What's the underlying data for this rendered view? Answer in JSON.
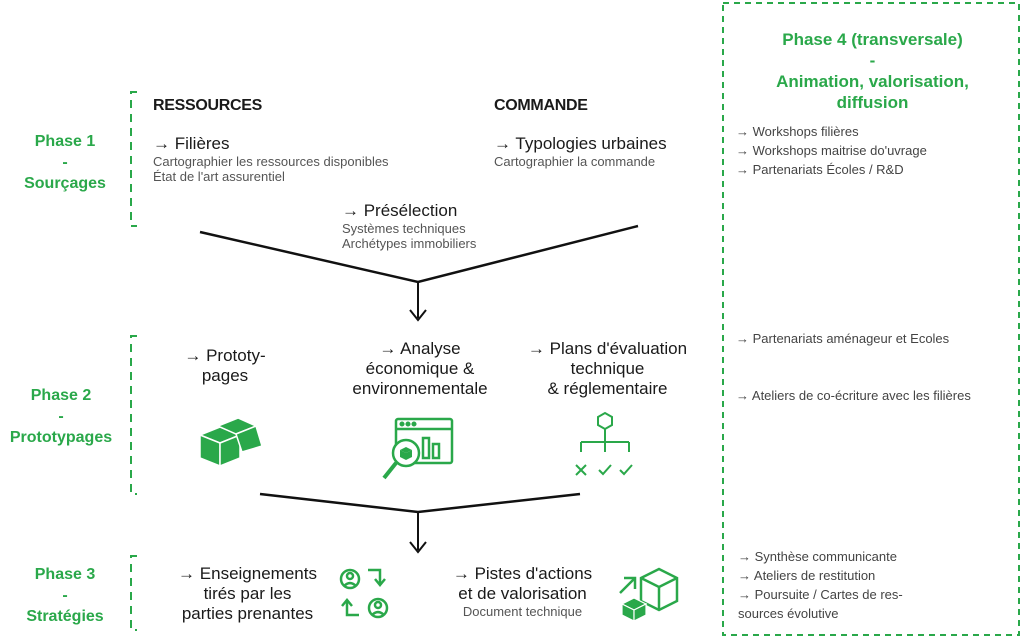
{
  "phase1": {
    "title": "Phase 1",
    "dash": "-",
    "name": "Sourçages"
  },
  "phase2": {
    "title": "Phase 2",
    "dash": "-",
    "name": "Prototypages"
  },
  "phase3": {
    "title": "Phase 3",
    "dash": "-",
    "name": "Stratégies"
  },
  "phase4": {
    "title": "Phase 4 (transversale)",
    "dash": "-",
    "name_line1": "Animation, valorisation,",
    "name_line2": "diffusion"
  },
  "ressources": {
    "heading": "RESSOURCES",
    "title": "→ Filières",
    "line1": "Cartographier les ressources disponibles",
    "line2": "État de l'art assurentiel"
  },
  "commande": {
    "heading": "COMMANDE",
    "title": "→ Typologies urbaines",
    "line1": "Cartographier la commande"
  },
  "preselection": {
    "title": "→ Présélection",
    "line1": "Systèmes techniques",
    "line2": "Archétypes immobiliers"
  },
  "prototypes": {
    "line1": "→ Prototy-",
    "line2": "pages"
  },
  "analyse": {
    "line1": "→ Analyse",
    "line2": "économique &",
    "line3": "environnementale"
  },
  "plans": {
    "line1": "→ Plans d'évaluation",
    "line2": "technique",
    "line3": "& réglementaire"
  },
  "enseignements": {
    "line1": "→ Enseignements",
    "line2": "tirés par les",
    "line3": "parties prenantes"
  },
  "pistes": {
    "line1": "→ Pistes d'actions",
    "line2": "et de valorisation",
    "line3": "Document technique"
  },
  "phase4_items_1": [
    "→ Workshops filières",
    "→ Workshops maitrise do'uvrage",
    "→ Partenariats Écoles / R&D"
  ],
  "phase4_items_2": [
    "→ Partenariats aménageur et Ecoles"
  ],
  "phase4_items_3": [
    "→ Ateliers de co-écriture avec les filières"
  ],
  "phase4_items_4": [
    "→ Synthèse communicante",
    "→ Ateliers de restitution",
    "→ Poursuite / Cartes de res-",
    "sources évolutive"
  ],
  "colors": {
    "green": "#2aa84a",
    "text": "#1a1a1a"
  }
}
